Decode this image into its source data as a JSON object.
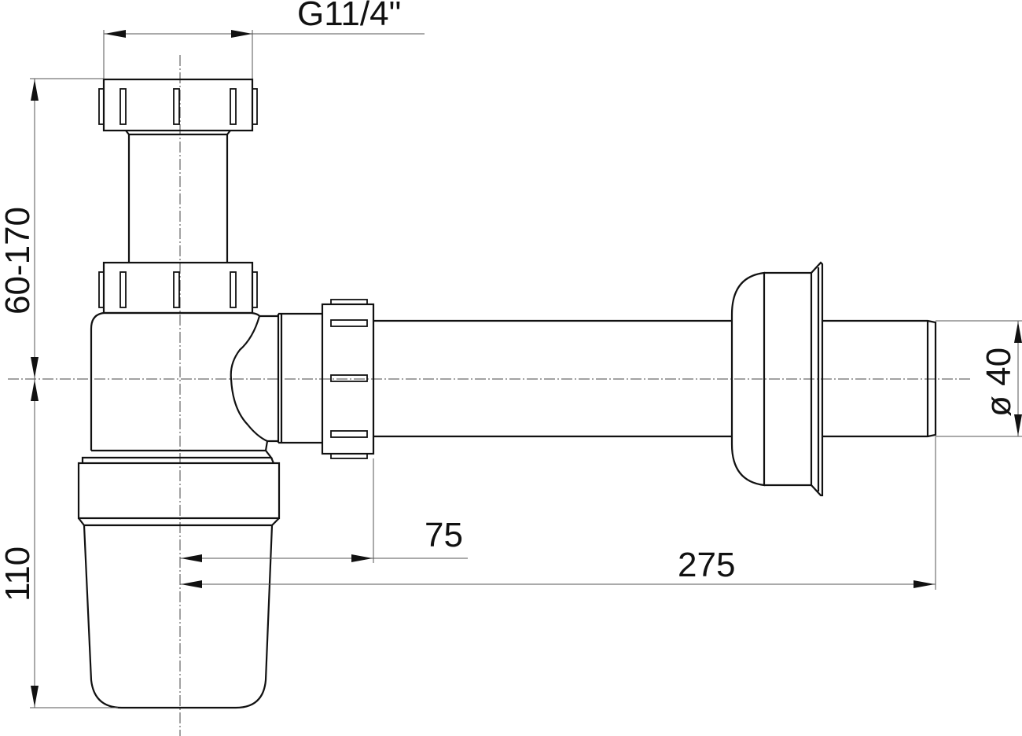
{
  "drawing": {
    "title": "Bottle siphon technical drawing",
    "dimensions": {
      "thread": "G11/4\"",
      "height_range": "60-170",
      "bottom_height": "110",
      "outlet_offset": "75",
      "total_length": "275",
      "outlet_diameter": "ø 40"
    }
  }
}
